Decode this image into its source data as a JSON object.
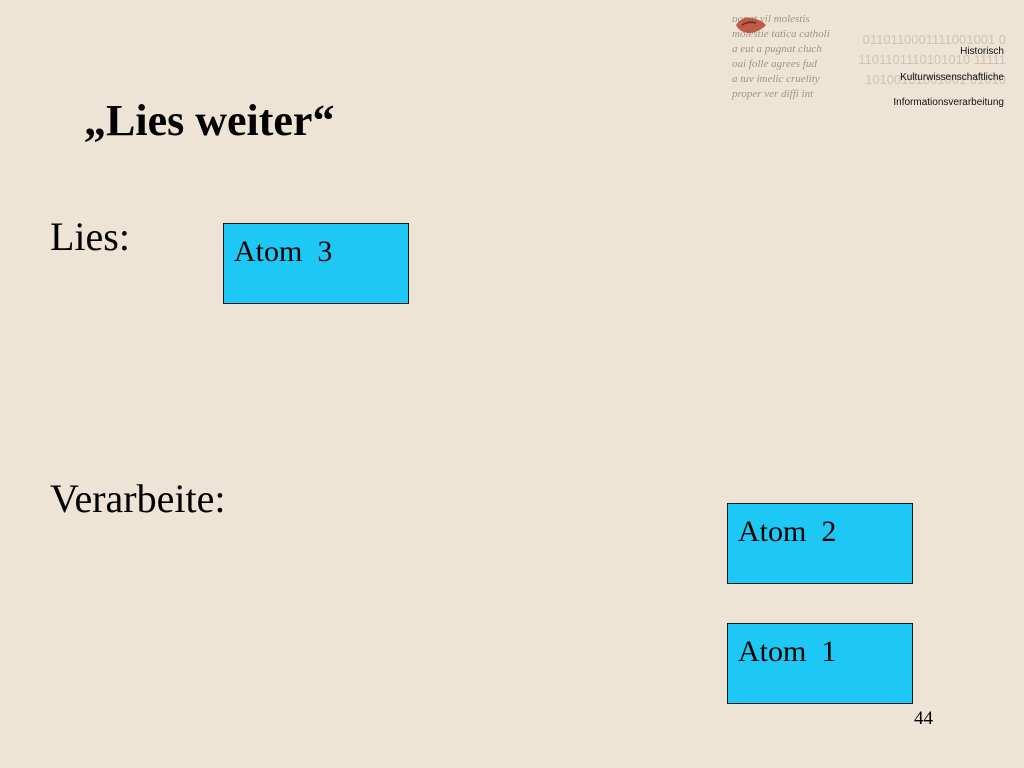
{
  "header": {
    "logo": {
      "manuscript_lines": [
        "ᴅonat vil molestis",
        "molestie tatica catholi",
        "a eut a pugnat cluch",
        "oui folle agrees fud",
        "a tuv imelic cruelity",
        "proper ver diffi int"
      ],
      "binary_lines": [
        "0110110001111001001 0",
        "1101101110101010 11111",
        "10100101001001 01010"
      ],
      "line1": "Historisch",
      "line2": "Kulturwissenschaftliche",
      "line3": "Informationsverarbeitung"
    }
  },
  "slide": {
    "title": "„Lies weiter“",
    "read_label": "Lies:",
    "process_label": "Verarbeite:",
    "atoms": {
      "atom3": "Atom  3",
      "atom2": "Atom  2",
      "atom1": "Atom  1"
    },
    "page_number": "44"
  },
  "colors": {
    "background": "#EDE4D5",
    "atom_fill": "#1EC8F5"
  }
}
